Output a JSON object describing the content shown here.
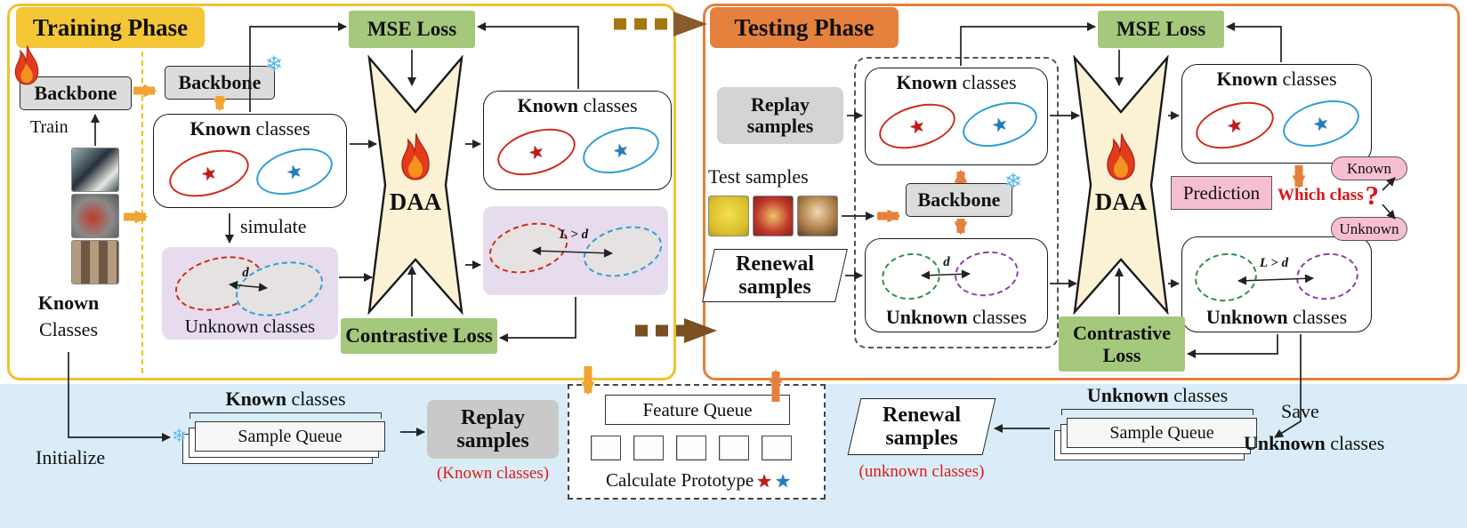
{
  "icons": {
    "star": "★",
    "snowflake": "❄"
  },
  "training": {
    "title": "Training Phase",
    "backbone_trainable": "Backbone",
    "backbone_frozen": "Backbone",
    "train": "Train",
    "known_stack": {
      "line1": "Known",
      "line2": "Classes"
    },
    "known_left": {
      "bold": "Known",
      "rest": " classes"
    },
    "known_right": {
      "bold": "Known",
      "rest": " classes"
    },
    "simulate": "simulate",
    "unknown_sim_label": "Unknown classes",
    "d": "d",
    "ld": "L > d",
    "daa": "DAA",
    "mse": "MSE Loss",
    "contrastive": "Contrastive Loss"
  },
  "testing": {
    "title": "Testing Phase",
    "mse": "MSE Loss",
    "replay": {
      "line1": "Replay",
      "line2": "samples"
    },
    "test_samples": "Test samples",
    "renewal": {
      "line1": "Renewal",
      "line2": "samples"
    },
    "backbone": "Backbone",
    "known_left": {
      "bold": "Known",
      "rest": " classes"
    },
    "known_right": {
      "bold": "Known",
      "rest": " classes"
    },
    "unknown_left": {
      "bold": "Unknown",
      "rest": " classes"
    },
    "unknown_right": {
      "bold": "Unknown",
      "rest": " classes"
    },
    "d": "d",
    "ld": "L > d",
    "daa": "DAA",
    "contrastive": {
      "line1": "Contrastive",
      "line2": "Loss"
    },
    "prediction": "Prediction",
    "which_class": "Which class",
    "question": "?",
    "tag_known": "Known",
    "tag_unknown": "Unknown"
  },
  "bottom": {
    "initialize": "Initialize",
    "known_queue_title": {
      "bold": "Known",
      "rest": " classes"
    },
    "sample_queue_left": "Sample Queue",
    "replay": {
      "line1": "Replay",
      "line2": "samples"
    },
    "replay_note": "(Known classes)",
    "feature_queue": "Feature Queue",
    "calculate_prototype": "Calculate Prototype",
    "renewal": {
      "line1": "Renewal",
      "line2": "samples"
    },
    "renewal_note": "(unknown classes)",
    "unknown_queue_title": {
      "bold": "Unknown",
      "rest": " classes"
    },
    "sample_queue_right": "Sample Queue",
    "save": "Save",
    "save_target": {
      "bold": "Unknown",
      "rest": " classes"
    }
  }
}
